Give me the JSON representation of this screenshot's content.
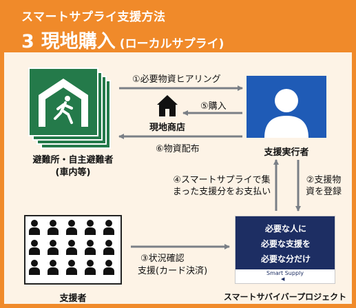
{
  "header": {
    "subtitle": "スマートサプライ支援方法",
    "number": "3",
    "title": "現地購入",
    "title_note": "(ローカルサプライ)"
  },
  "nodes": {
    "shelter": {
      "label": "避難所・自主避難者",
      "sublabel": "(車内等)"
    },
    "store": {
      "label": "現地商店"
    },
    "executor": {
      "label": "支援実行者"
    },
    "supporters": {
      "label": "支援者"
    },
    "project": {
      "label": "スマートサバイバープロジェクト"
    }
  },
  "arrows": {
    "step1": "①必要物資ヒアリング",
    "step5": "⑤購入",
    "step6": "⑥物資配布",
    "step4": "④スマートサプライで集まった支援分をお支払い",
    "step2": "②支援物資を登録",
    "step3_line1": "③状況確認",
    "step3_line2": "支援(カード決済)"
  },
  "poster": {
    "line1": "必要な人に",
    "line2": "必要な支援を",
    "line3": "必要な分だけ",
    "brand": "Smart Supply"
  },
  "colors": {
    "header": "#f08a2a",
    "background": "#fdf3e6",
    "shelter_green": "#247a4a",
    "executor_blue": "#1f5bb6",
    "poster_navy": "#1d2e63",
    "arrow_gray": "#7a7f86"
  }
}
